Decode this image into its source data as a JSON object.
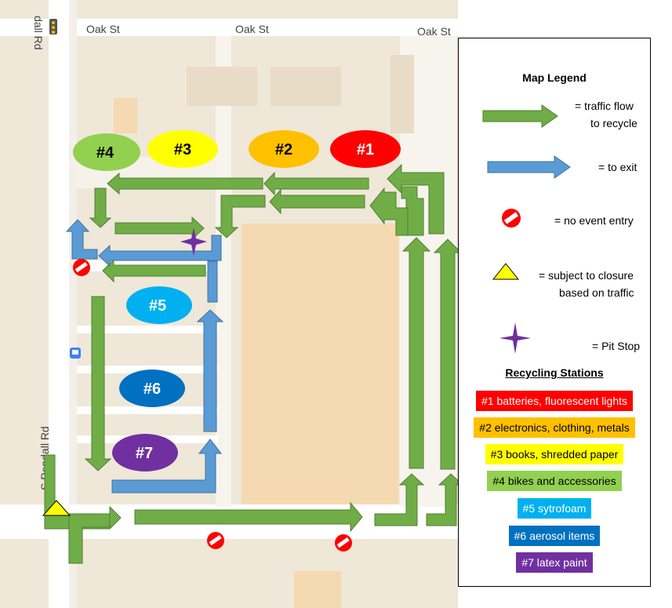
{
  "streets": {
    "oak_st_1": "Oak St",
    "oak_st_2": "Oak St",
    "oak_st_3": "Oak St",
    "road_top": "dall Rd",
    "road_bottom": "S Pendall Rd"
  },
  "stations_map": [
    {
      "label": "#1",
      "color": "#ff0000"
    },
    {
      "label": "#2",
      "color": "#ffc000"
    },
    {
      "label": "#3",
      "color": "#ffff00"
    },
    {
      "label": "#4",
      "color": "#92d050"
    },
    {
      "label": "#5",
      "color": "#00b0f0"
    },
    {
      "label": "#6",
      "color": "#0070c0"
    },
    {
      "label": "#7",
      "color": "#7030a0"
    }
  ],
  "legend": {
    "title": "Map Legend",
    "traffic_flow_1": "= traffic flow",
    "traffic_flow_2": "to recycle",
    "to_exit": "= to exit",
    "no_entry": "= no event entry",
    "closure_1": "= subject to closure",
    "closure_2": "based on traffic",
    "pit_stop": "= Pit Stop",
    "stations_title": "Recycling Stations",
    "stations": [
      {
        "label": "#1 batteries, fluorescent lights",
        "bg": "#ff0000",
        "fg": "#ffffff"
      },
      {
        "label": "#2 electronics, clothing, metals",
        "bg": "#ffc000",
        "fg": "#000000"
      },
      {
        "label": "#3 books, shredded paper",
        "bg": "#ffff00",
        "fg": "#000000"
      },
      {
        "label": "#4 bikes and accessories",
        "bg": "#92d050",
        "fg": "#000000"
      },
      {
        "label": "#5 sytrofoam",
        "bg": "#00b0f0",
        "fg": "#ffffff"
      },
      {
        "label": "#6 aerosol items",
        "bg": "#0070c0",
        "fg": "#ffffff"
      },
      {
        "label": "#7 latex paint",
        "bg": "#7030a0",
        "fg": "#ffffff"
      }
    ]
  },
  "colors": {
    "green_arrow": "#70ad47",
    "blue_arrow": "#5b9bd5",
    "no_entry": "#ff0000",
    "warning": "#ffff00",
    "pit_stop": "#7030a0",
    "map_ground": "#efe7d8",
    "building": "#f5d9b0"
  },
  "icons": {
    "traffic_flow": "green-arrow-icon",
    "to_exit": "blue-arrow-icon",
    "no_entry": "no-entry-icon",
    "closure": "warning-triangle-icon",
    "pit_stop": "pit-stop-star-icon",
    "bus_stop": "bus-stop-icon",
    "traffic_light": "traffic-light-icon"
  }
}
